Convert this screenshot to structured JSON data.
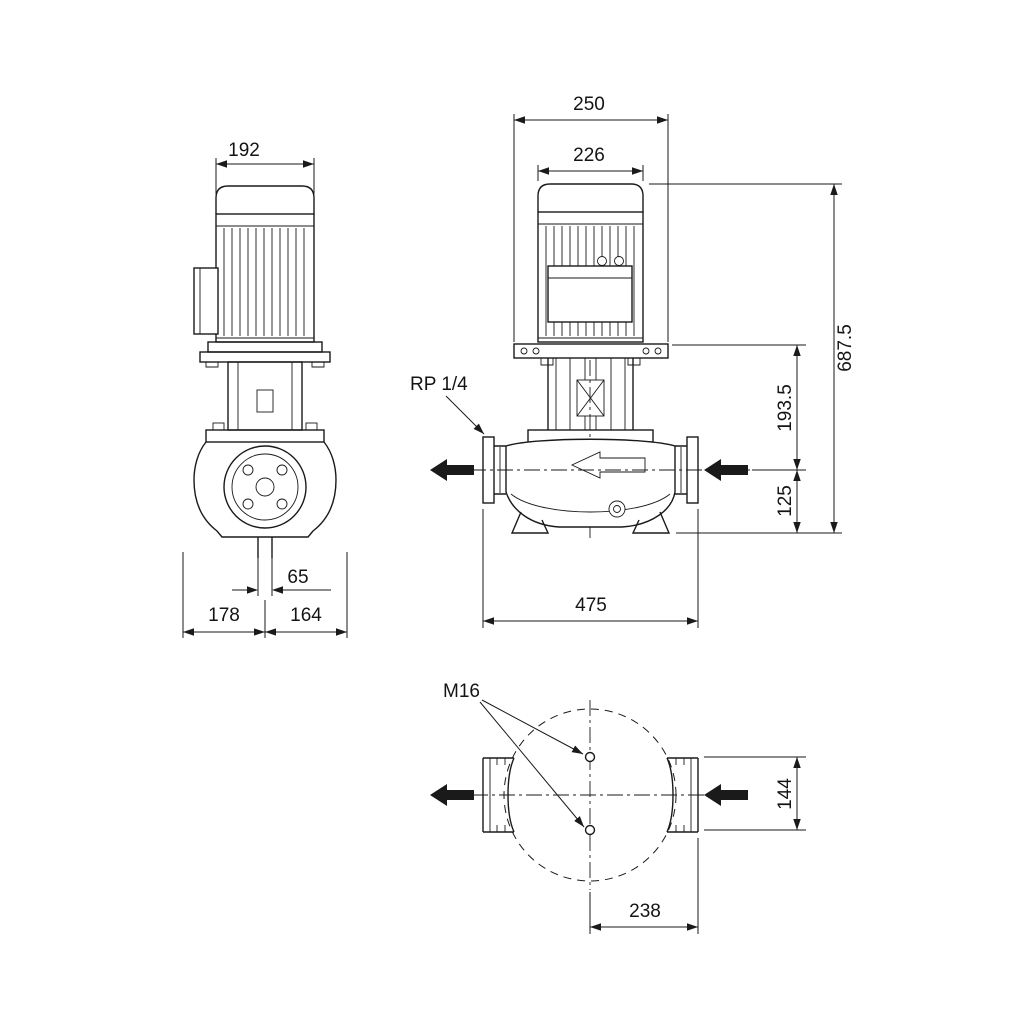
{
  "canvas": {
    "background": "#ffffff",
    "line_color": "#1a1a1a"
  },
  "views": {
    "side": {
      "dims": {
        "motor_depth": "192",
        "pipe_width": "65",
        "depth_back": "178",
        "depth_front": "164"
      }
    },
    "front": {
      "labels": {
        "gauge_port": "RP 1/4"
      },
      "dims": {
        "base_width": "250",
        "motor_width": "226",
        "total_height": "687.5",
        "mid_height": "193.5",
        "port_height": "125",
        "port_to_port": "475"
      }
    },
    "top": {
      "labels": {
        "tapping": "M16"
      },
      "dims": {
        "hole_spacing": "144",
        "center_to_flange": "238"
      }
    }
  }
}
